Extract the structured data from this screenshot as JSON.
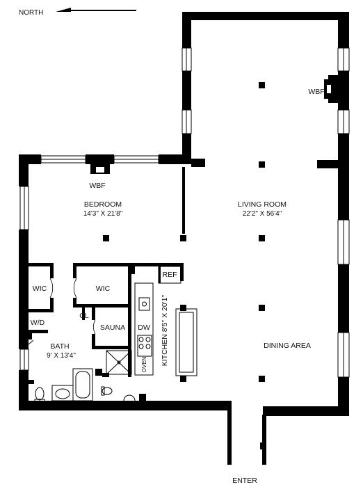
{
  "compass": {
    "label": "NORTH"
  },
  "rooms": {
    "bedroom": {
      "name": "BEDROOM",
      "dims": "14'3\" X 21'8\""
    },
    "living_room": {
      "name": "LIVING ROOM",
      "dims": "22'2\" X 56'4\""
    },
    "dining_area": {
      "name": "DINING AREA"
    },
    "kitchen": {
      "name": "KITCHEN 8'5\" X 20'1\""
    },
    "bath": {
      "name": "BATH",
      "dims": "9' X 13'4\""
    },
    "sauna": {
      "name": "SAUNA"
    },
    "wic_left": {
      "name": "WIC"
    },
    "wic_right": {
      "name": "WIC"
    },
    "closet": {
      "name": "CL"
    },
    "washer_dryer": {
      "name": "W/D"
    }
  },
  "fixtures": {
    "fireplace_bedroom": "WBF",
    "fireplace_living": "WBF",
    "refrigerator": "REF",
    "dishwasher": "DW",
    "oven": "OVEN"
  },
  "entrance": {
    "label": "ENTER"
  },
  "colors": {
    "wall": "#000000",
    "background": "#ffffff",
    "text": "#111111"
  }
}
